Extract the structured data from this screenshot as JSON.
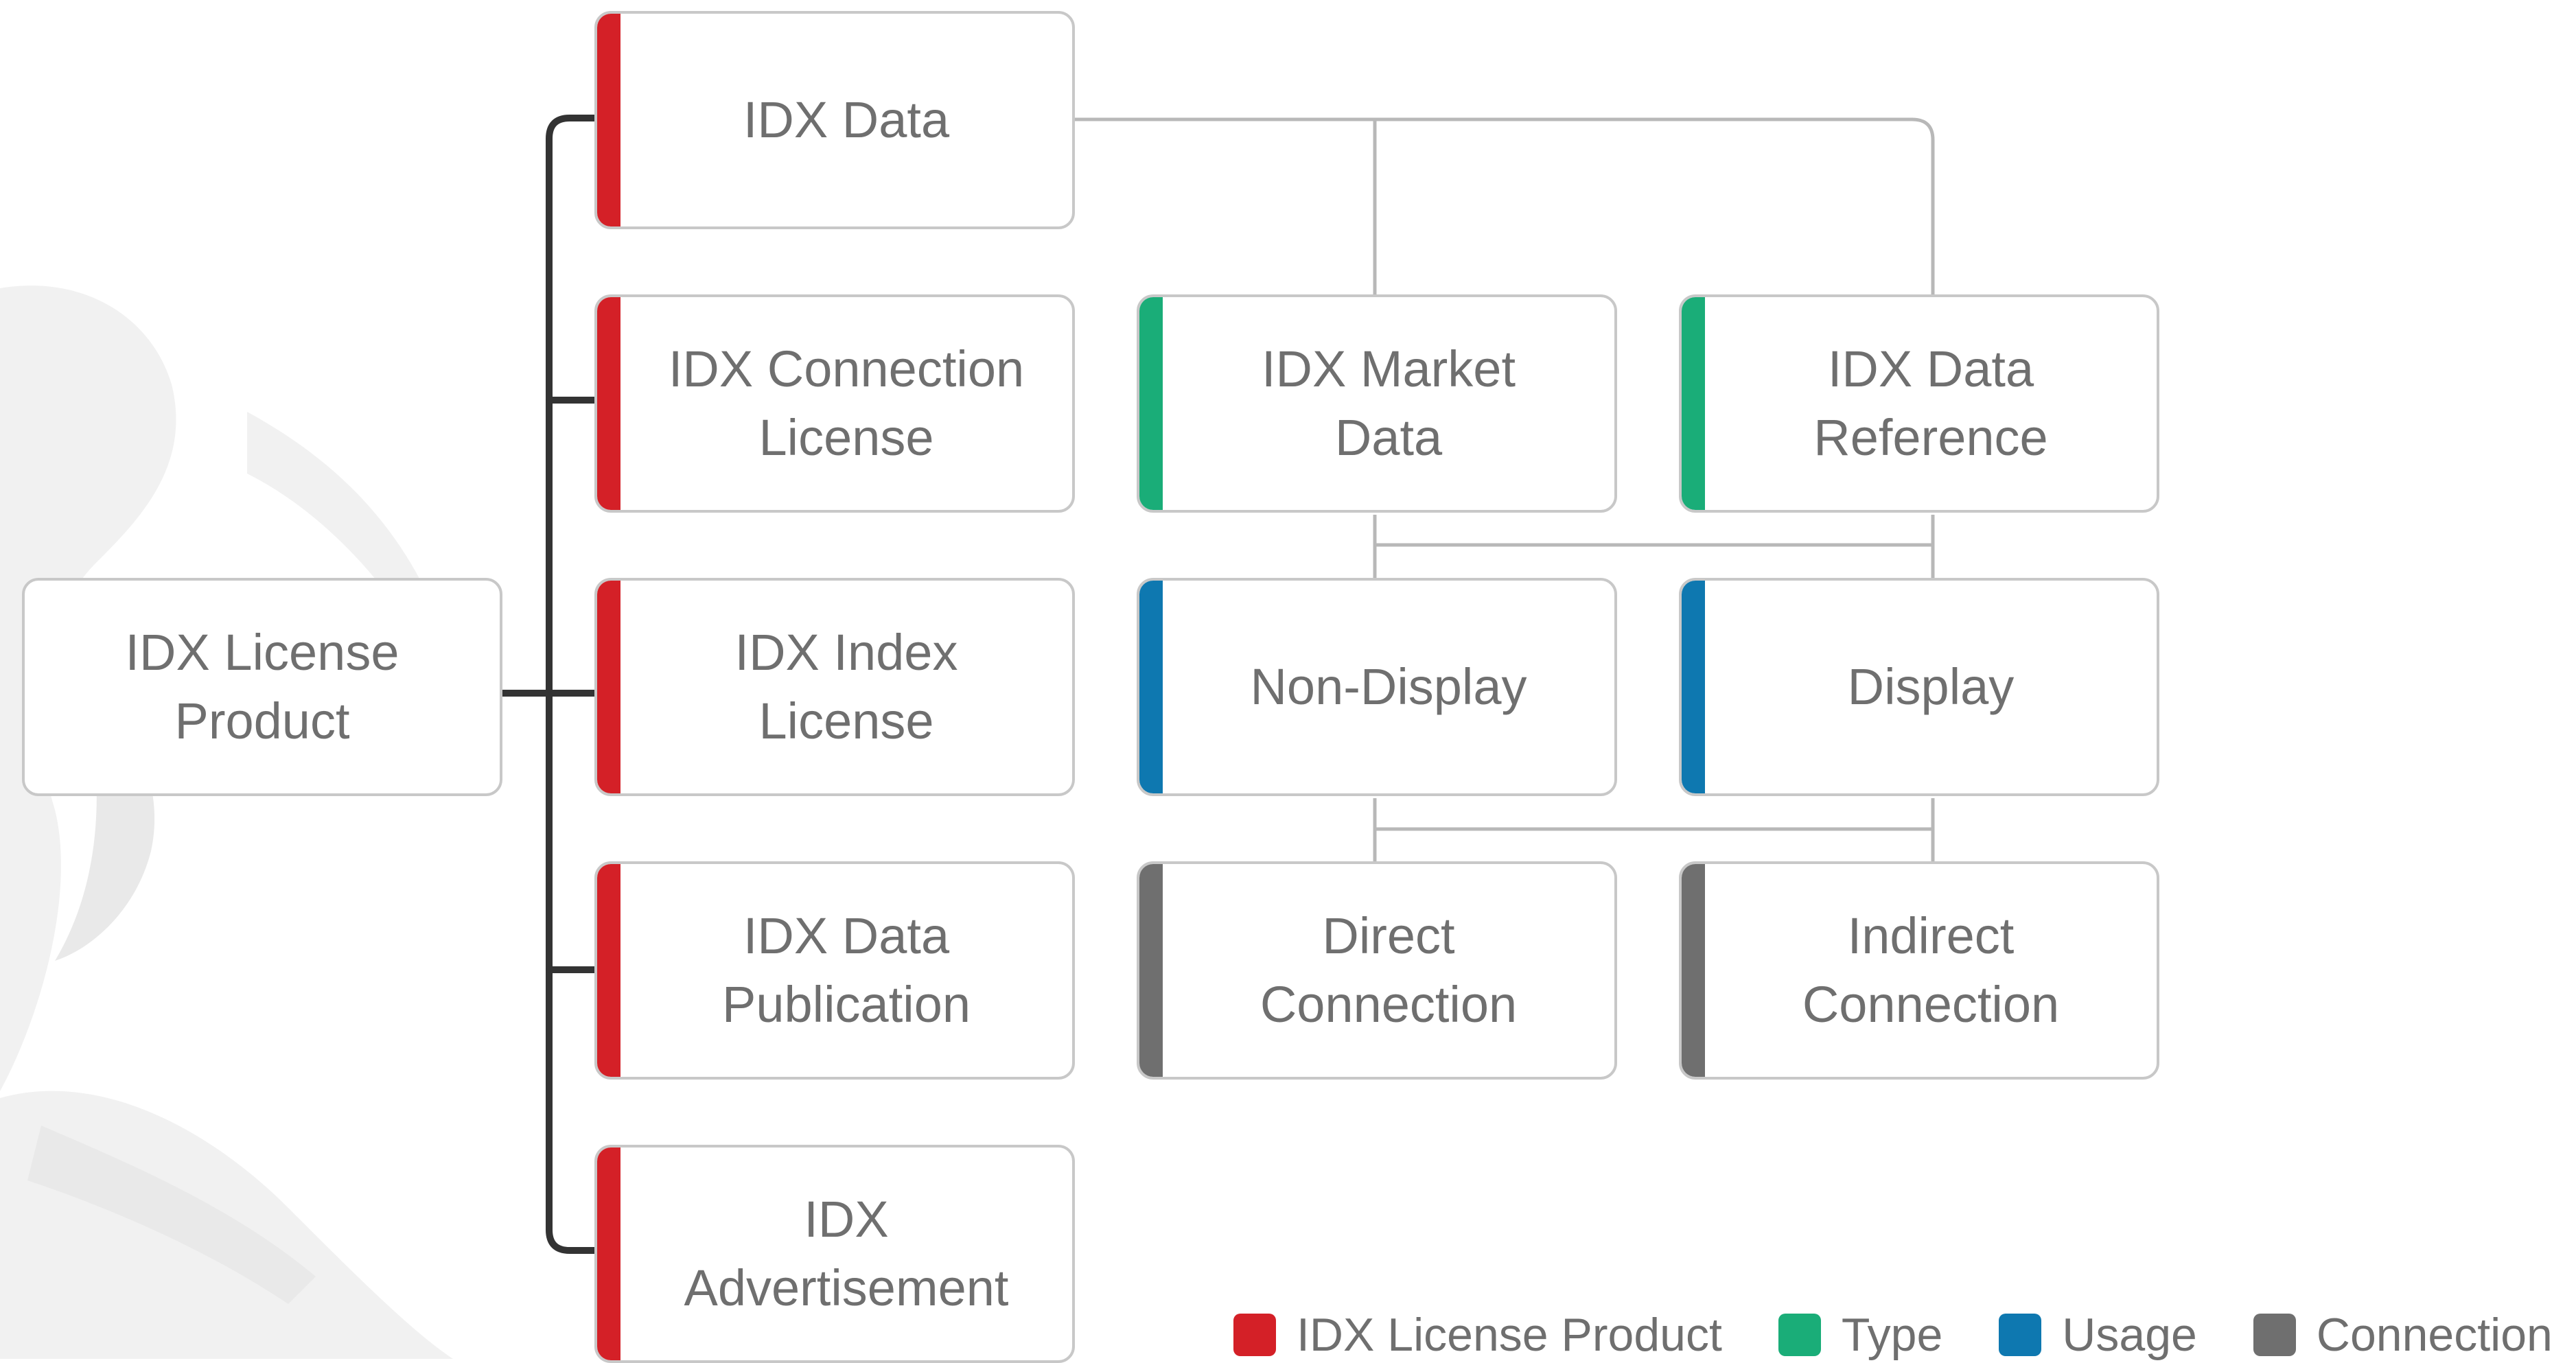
{
  "colors": {
    "idx_license_product": "#d42027",
    "type": "#1aad78",
    "usage": "#0e78b0",
    "connection": "#6f6f6f",
    "box_text": "#6f6f6f",
    "box_border": "#c8c8c8",
    "trunk_line": "#333333",
    "link_line": "#b8b8b8"
  },
  "nodes": {
    "root": "IDX License\nProduct",
    "idx_data": "IDX Data",
    "connection_license": "IDX Connection\nLicense",
    "index_license": "IDX Index\nLicense",
    "data_publication": "IDX Data\nPublication",
    "advertisement": "IDX\nAdvertisement",
    "market_data": "IDX Market\nData",
    "data_reference": "IDX Data\nReference",
    "non_display": "Non-Display",
    "display": "Display",
    "direct_connection": "Direct\nConnection",
    "indirect_connection": "Indirect\nConnection"
  },
  "legend": [
    {
      "label": "IDX License Product",
      "color": "#d42027"
    },
    {
      "label": "Type",
      "color": "#1aad78"
    },
    {
      "label": "Usage",
      "color": "#0e78b0"
    },
    {
      "label": "Connection",
      "color": "#6f6f6f"
    }
  ]
}
